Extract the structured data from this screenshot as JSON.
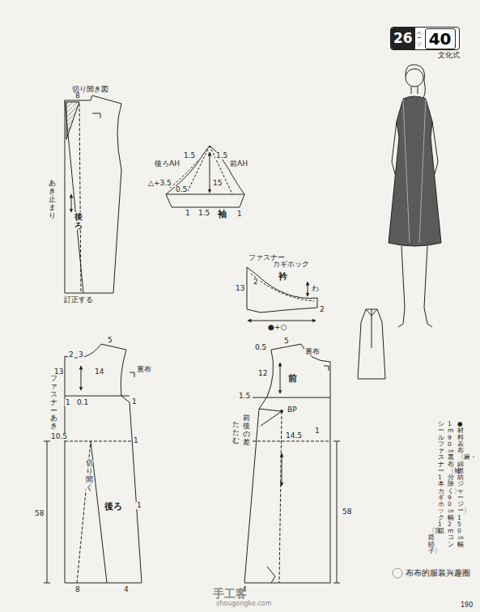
{
  "diagram": {
    "nodes": [
      {
        "text": [
          "26",
          "ページ",
          "40"
        ]
      }
    ],
    "labels": [
      "文化式",
      "切り開き図",
      "8",
      "あき止まり",
      "後ろ",
      "訂正する",
      "後ろAH",
      "1.5",
      "1.5",
      "前AH",
      "△+3.5",
      "0.5",
      "15",
      "1",
      "1.5",
      "1",
      "袖",
      "ファスナー",
      "カギホック",
      "2",
      "衿",
      "13",
      "わ",
      "2",
      "●+○",
      "5",
      "2",
      "3",
      "13",
      "14",
      "裏布",
      "1",
      "0.1",
      "1",
      "ファスナーあき",
      "10.5",
      "1",
      "切り開く",
      "後ろ",
      "1",
      "58",
      "8",
      "4",
      "0.5",
      "5",
      "12",
      "裏布",
      "前",
      "1.5",
      "BP",
      "前後の差",
      "たたむ",
      "1",
      "14.5",
      "58",
      "4",
      "●材料　表布〈麻・綿混紡ジャージー〉150㎝幅",
      "1m90㎝　裏布〈袖分除く〉90㎝幅2m　コン",
      "シールファスナー1本　カギホック1組",
      "〈宮路睦子〉",
      "手工客",
      "shougongke.com",
      "布布的服装兴趣圈",
      "190"
    ]
  }
}
